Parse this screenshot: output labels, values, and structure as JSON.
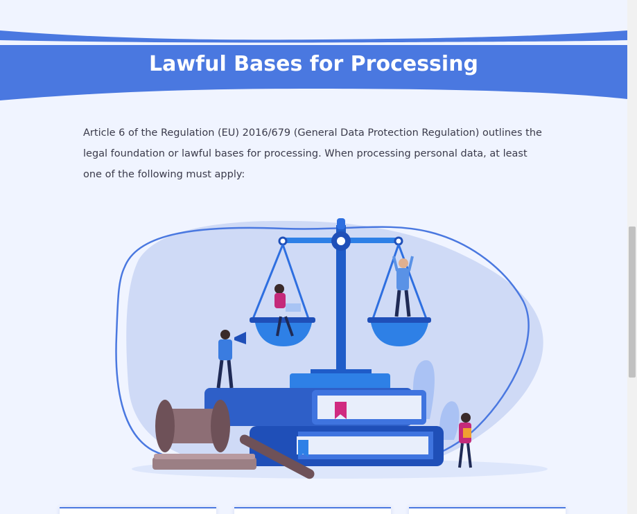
{
  "section": {
    "title": "Lawful Bases for Processing",
    "intro": "Article 6 of the Regulation (EU) 2016/679 (General Data Protection Regulation) outlines the legal foundation or lawful bases for processing. When processing personal data, at least one of the following must apply:"
  },
  "colors": {
    "accent": "#4a78e0",
    "background": "#f0f4ff",
    "text": "#3a3a4a"
  },
  "illustration": {
    "icon": "justice-scale-illustration"
  }
}
